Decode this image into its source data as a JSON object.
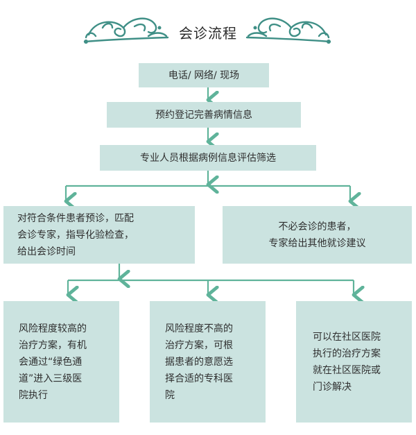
{
  "header": {
    "title": "会诊流程"
  },
  "steps": {
    "s1": "电话/ 网络/ 现场",
    "s2": "预约登记完善病情信息",
    "s3": "专业人员根据病例信息评估筛选"
  },
  "branches": {
    "match": "对符合条件患者预诊，匹配\n会诊专家，指导化验检查，\n给出会诊时间",
    "no_need": "不必会诊的患者，\n专家给出其他就诊建议"
  },
  "outcomes": {
    "high": "风险程度较高的\n治疗方案，有机\n会通过“绿色通\n道”进入三级医\n院执行",
    "not_high": "风险程度不高的\n治疗方案，可根\n据患者的意愿选\n择合适的专科医\n院",
    "community": "可以在社区医院\n执行的治疗方案\n就在社区医院或\n门诊解决"
  },
  "colors": {
    "box": "#cbe3e0",
    "arrow": "#5fb39a",
    "ornament": "#3f8f86"
  }
}
